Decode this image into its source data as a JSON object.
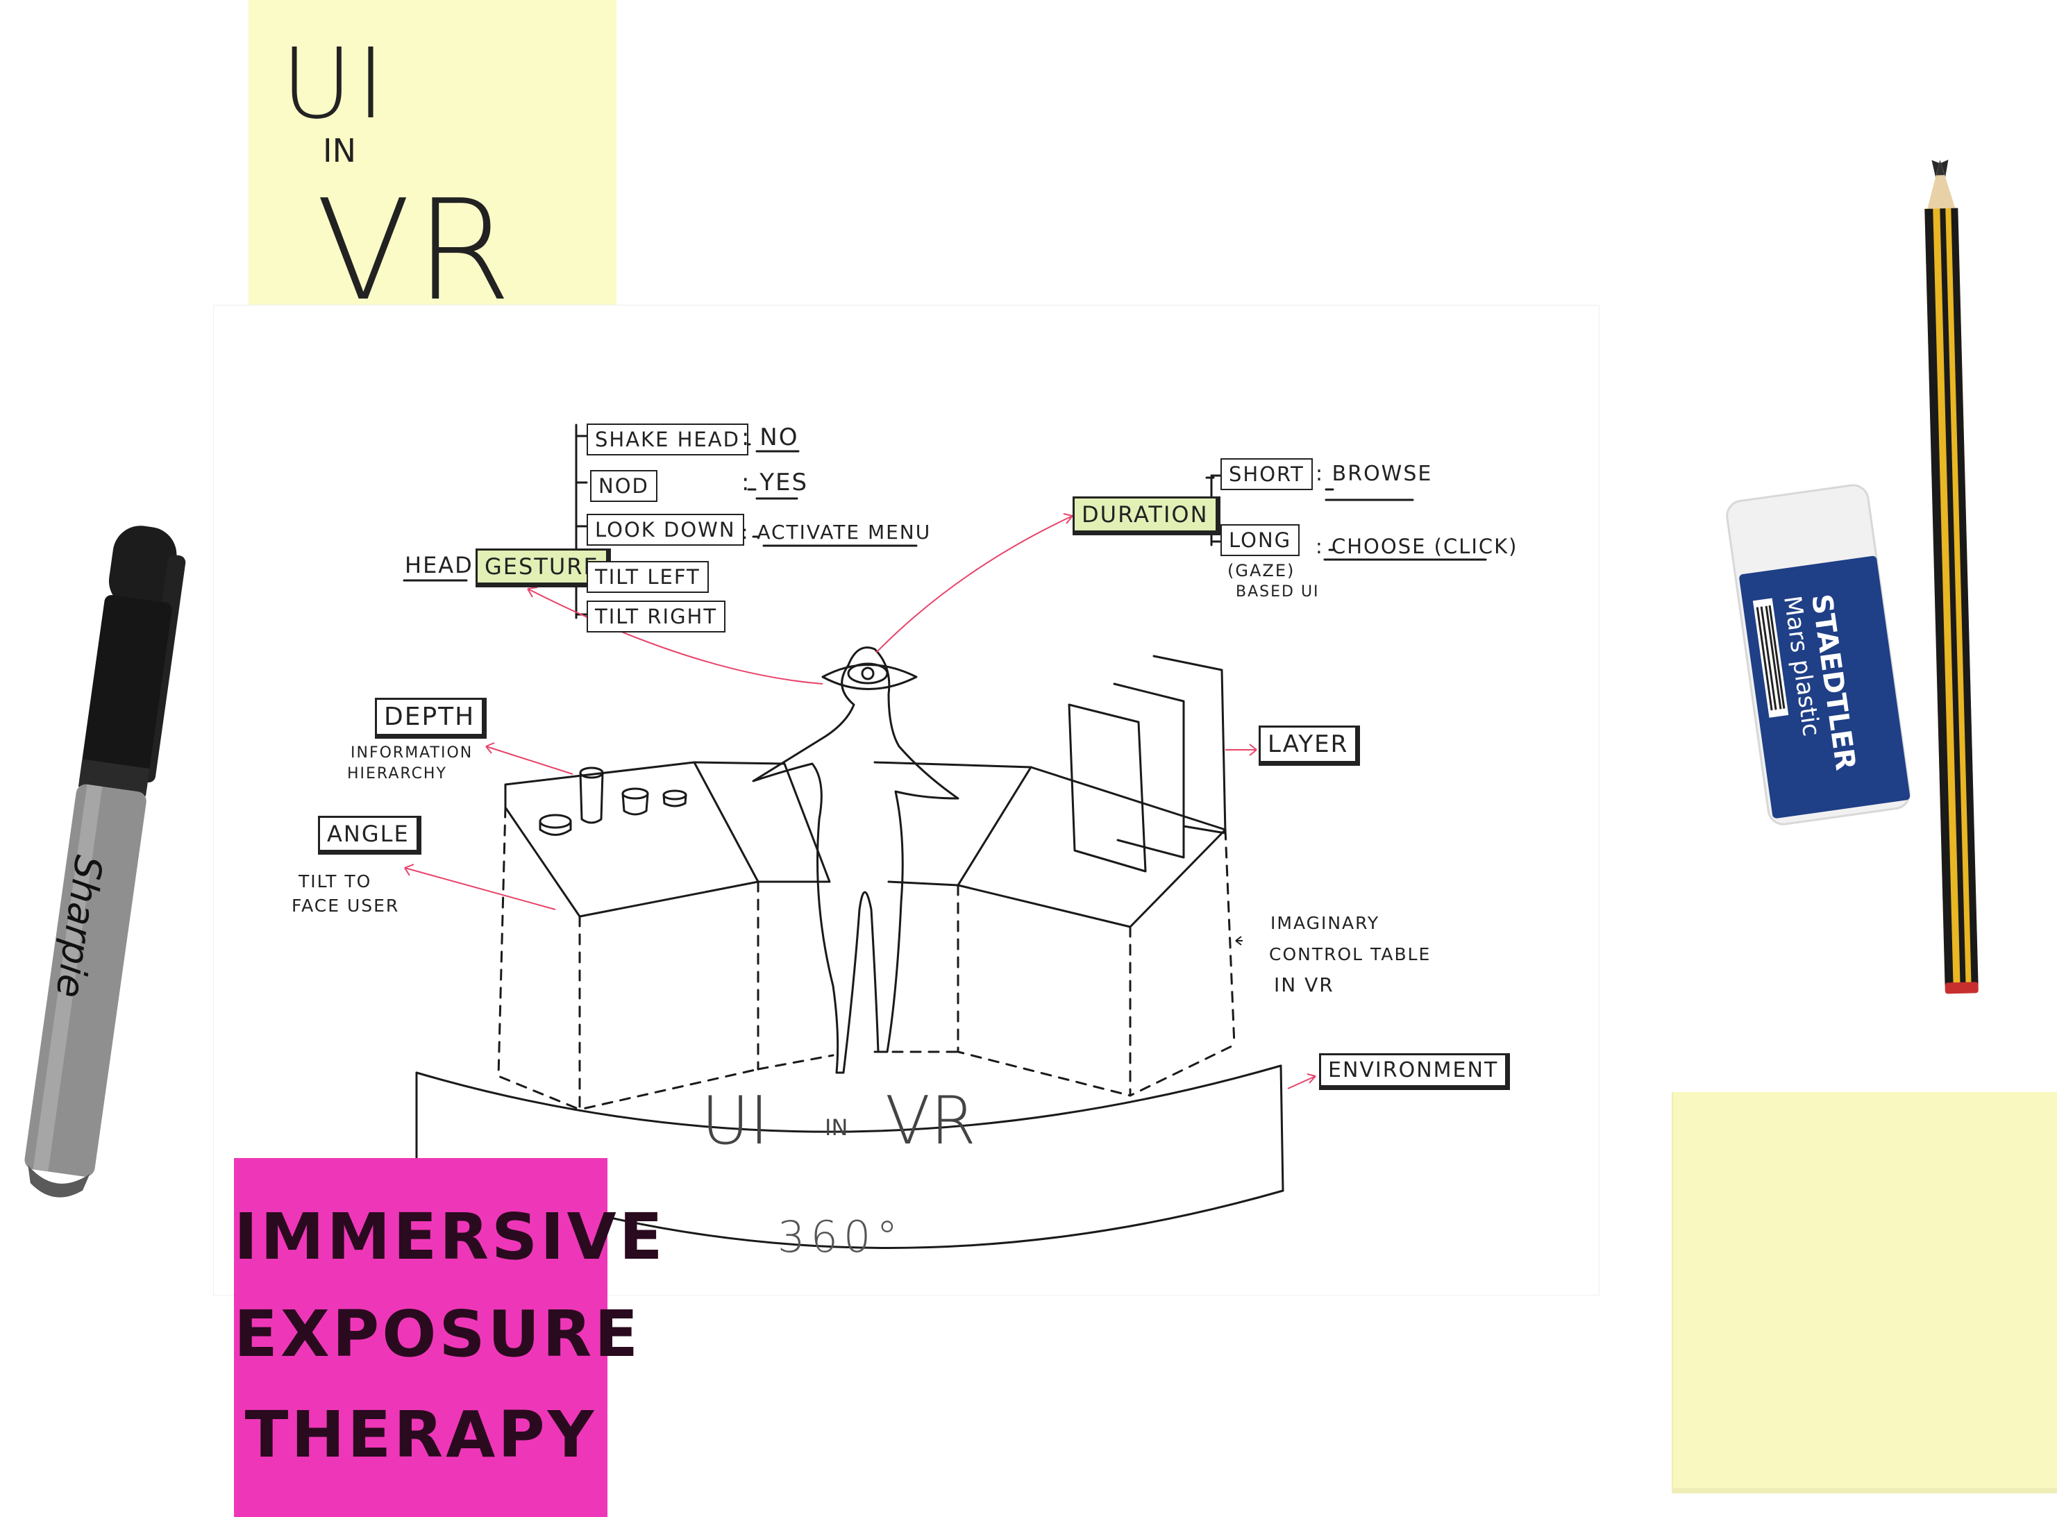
{
  "sticky_top": {
    "line1": "UI",
    "line2": "IN",
    "line3": "VR"
  },
  "sticky_pink": {
    "line1": "IMMERSIVE",
    "line2": "EXPOSURE",
    "line3": "THERAPY"
  },
  "sketch": {
    "gesture_tree": {
      "head": "HEAD",
      "gesture": "GESTURE",
      "items": [
        "SHAKE HEAD",
        "NOD",
        "LOOK DOWN",
        "TILT LEFT",
        "TILT RIGHT"
      ],
      "meanings": [
        ": NO",
        ": YES",
        ": ACTIVATE MENU"
      ]
    },
    "duration_tree": {
      "duration": "DURATION",
      "short": "SHORT",
      "short_meaning": ": BROWSE",
      "long": "LONG",
      "long_meaning": ": CHOOSE (CLICK)",
      "gaze": "(GAZE)",
      "based_ui": "BASED UI"
    },
    "depth": "DEPTH",
    "depth_note_1": "INFORMATION",
    "depth_note_2": "HIERARCHY",
    "angle": "ANGLE",
    "angle_note_1": "TILT TO",
    "angle_note_2": "FACE USER",
    "layer": "LAYER",
    "imaginary_1": "IMAGINARY",
    "imaginary_2": "CONTROL TABLE",
    "imaginary_3": "IN VR",
    "environment": "ENVIRONMENT",
    "center_title_1": "UI",
    "center_title_2": "IN",
    "center_title_3": "VR",
    "degrees": "360°"
  },
  "objects": {
    "marker_brand": "Sharpie",
    "eraser_brand": "STAEDTLER",
    "eraser_model": "Mars plastic"
  },
  "colors": {
    "yellow_note": "#fbfbc8",
    "pink_note": "#ee37b8",
    "highlight": "#e2f0b6",
    "arrow_red": "#e8436a",
    "eraser_blue": "#1f3f86",
    "pencil_yellow": "#e9b624"
  }
}
